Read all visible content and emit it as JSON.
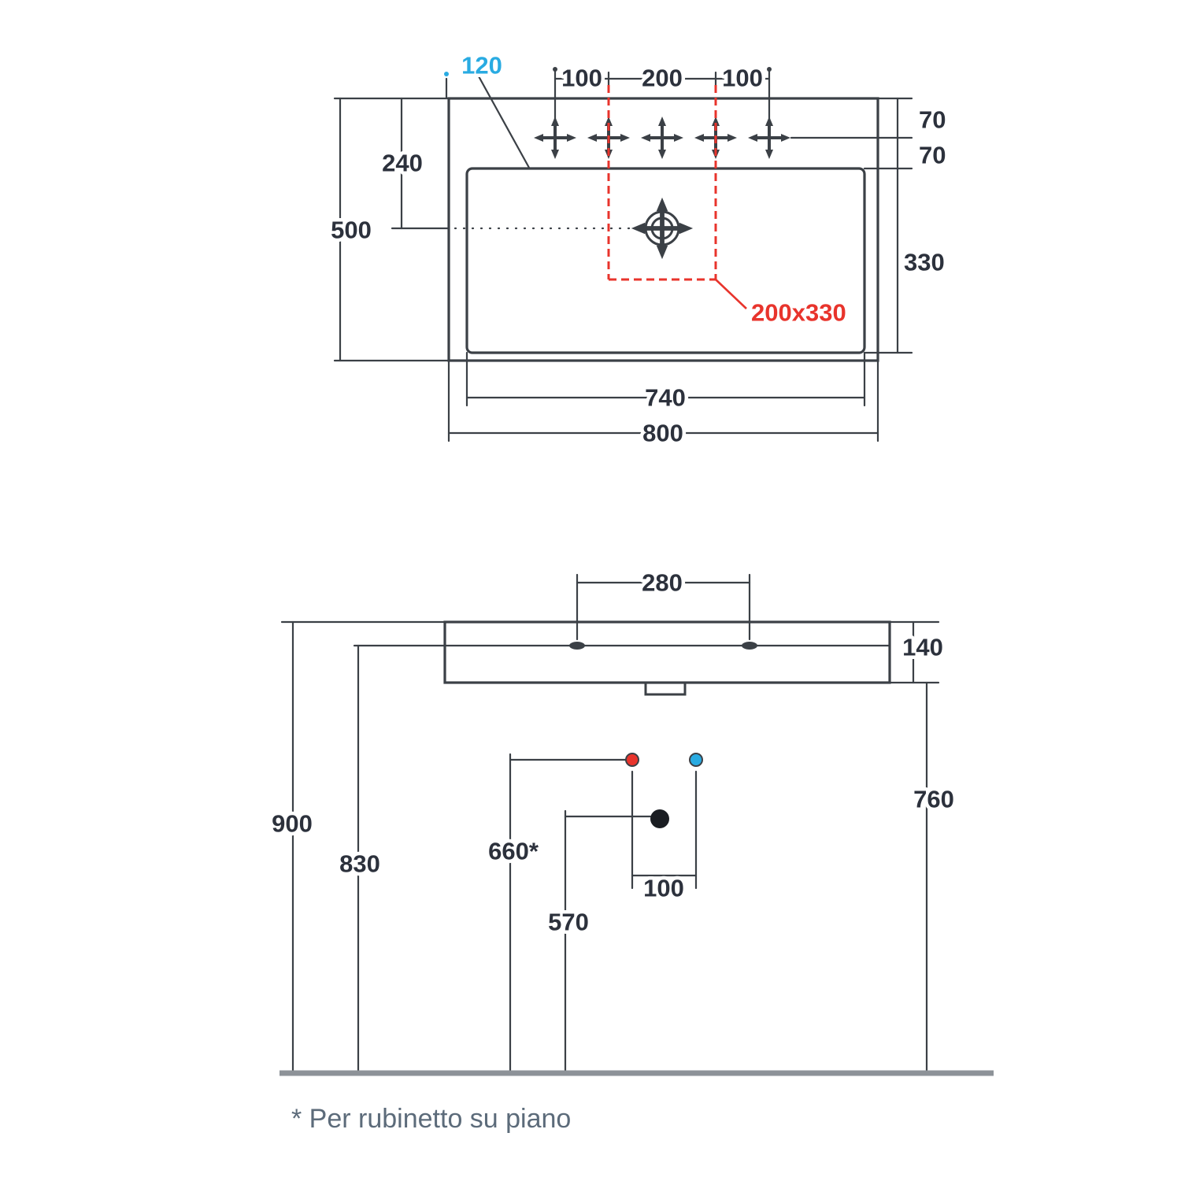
{
  "drawing": {
    "top_view": {
      "overall_width": "800",
      "basin_width": "740",
      "overall_depth": "500",
      "depth_to_drain": "240",
      "tap_hole": "120",
      "hole_spacing_left": "100",
      "hole_spacing_center": "200",
      "hole_spacing_right": "100",
      "edge_to_holes": "70",
      "holes_to_basin": "70",
      "basin_depth": "330",
      "cutout": "200x330"
    },
    "front_view": {
      "fixing_hole_spacing": "280",
      "body_height": "140",
      "height_overall": "900",
      "height_underside": "830",
      "height_supply": "660*",
      "height_drain": "570",
      "supply_spacing": "100",
      "height_bottom": "760"
    },
    "footnote": "* Per rubinetto su piano",
    "colors": {
      "line": "#3b4046",
      "label": "#2c313c",
      "accent_blue": "#29abe2",
      "accent_red": "#e8342c",
      "floor": "#8d9298",
      "footnote": "#5c6b7a"
    }
  }
}
